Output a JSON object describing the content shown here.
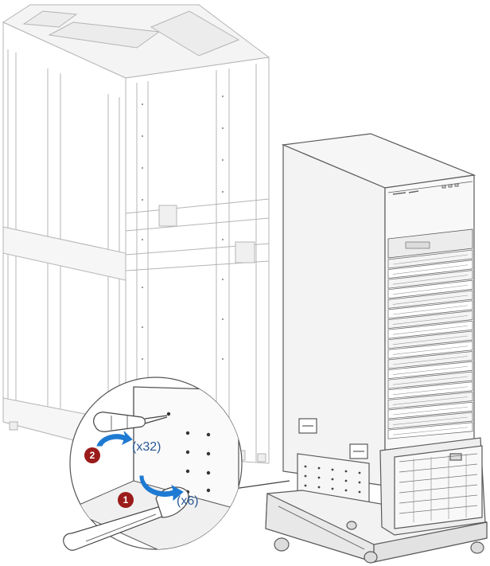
{
  "callouts": {
    "step1": {
      "number": "1",
      "count": "(x6)"
    },
    "step2": {
      "number": "2",
      "count": "(x32)"
    }
  },
  "colors": {
    "line": "#5a5a5a",
    "rack_line": "#b4b4b4",
    "rack_fill": "#f4f4f4",
    "device_fill": "#f3f3f3",
    "arrow_blue": "#1e7ad2",
    "step_red": "#9b1b1b",
    "callout_text": "#2a5a96"
  },
  "icons": [
    "screwdriver-icon",
    "wrench-icon",
    "rotate-arrow-icon"
  ]
}
